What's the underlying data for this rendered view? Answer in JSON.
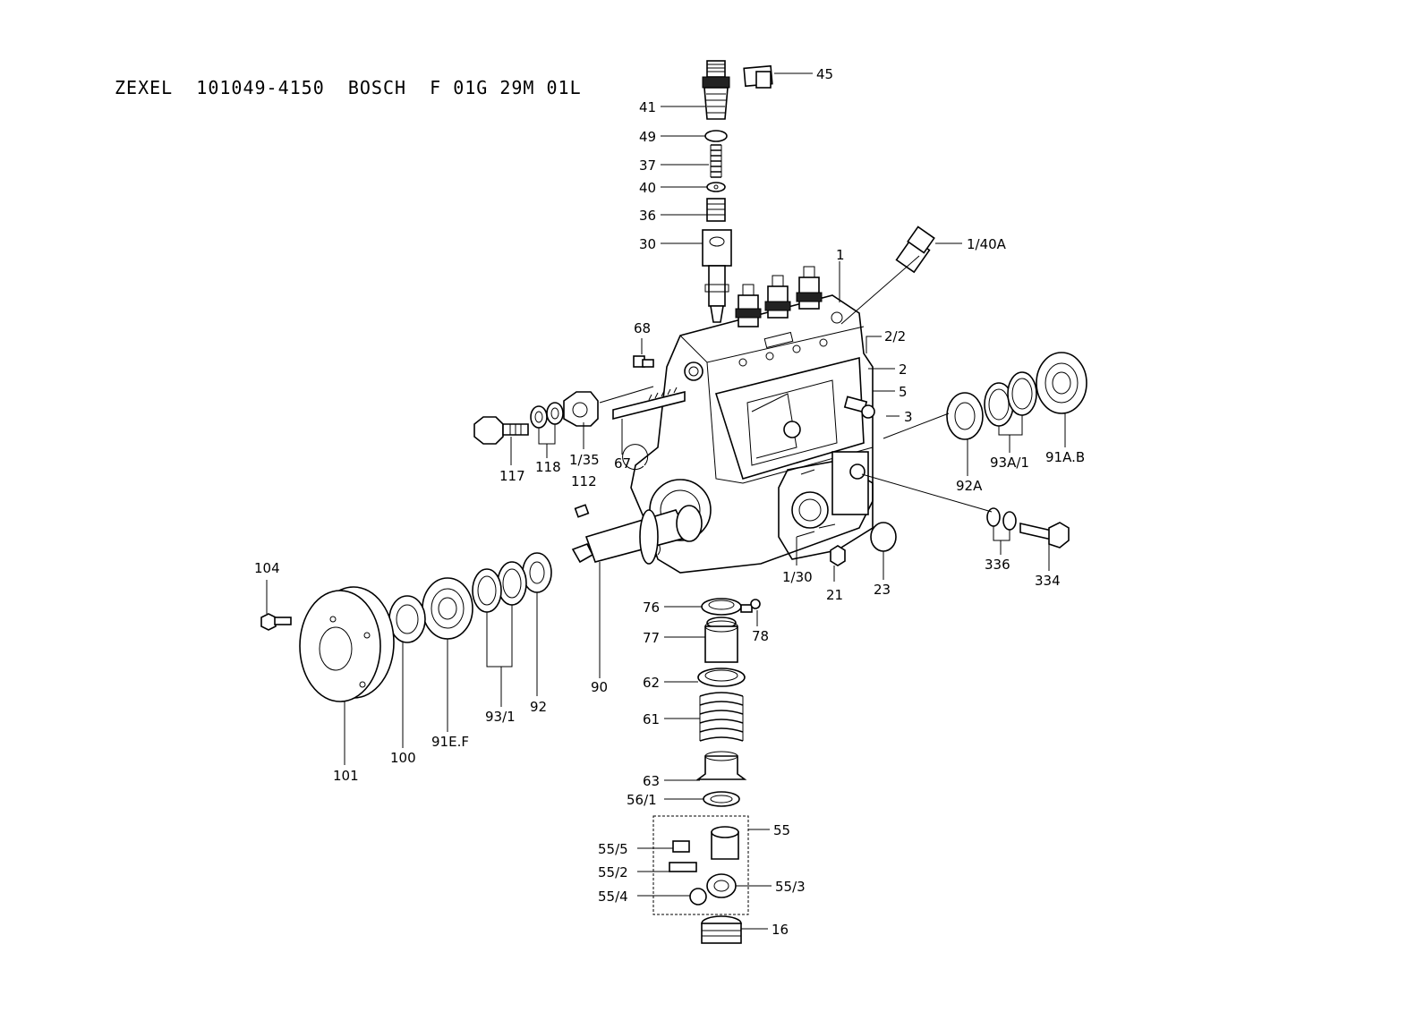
{
  "header": {
    "title": "ZEXEL  101049-4150  BOSCH  F 01G 29M 01L"
  },
  "callouts": {
    "c45": "45",
    "c41": "41",
    "c49": "49",
    "c37": "37",
    "c40": "40",
    "c36": "36",
    "c30": "30",
    "c1_40A": "1/40A",
    "c1": "1",
    "c68": "68",
    "c2_2": "2/2",
    "c2": "2",
    "c5": "5",
    "c3": "3",
    "c117": "117",
    "c118": "118",
    "c1_35": "1/35",
    "c67": "67",
    "c112": "112",
    "c92A": "92A",
    "c93A_1": "93A/1",
    "c91AB": "91A.B",
    "c336": "336",
    "c334": "334",
    "c1_30": "1/30",
    "c21": "21",
    "c23": "23",
    "c104": "104",
    "c101": "101",
    "c100": "100",
    "c91EF": "91E.F",
    "c93_1": "93/1",
    "c92": "92",
    "c90": "90",
    "c76": "76",
    "c78": "78",
    "c77": "77",
    "c62": "62",
    "c61": "61",
    "c63": "63",
    "c56_1": "56/1",
    "c55": "55",
    "c55_5": "55/5",
    "c55_2": "55/2",
    "c55_4": "55/4",
    "c55_3": "55/3",
    "c16": "16"
  }
}
